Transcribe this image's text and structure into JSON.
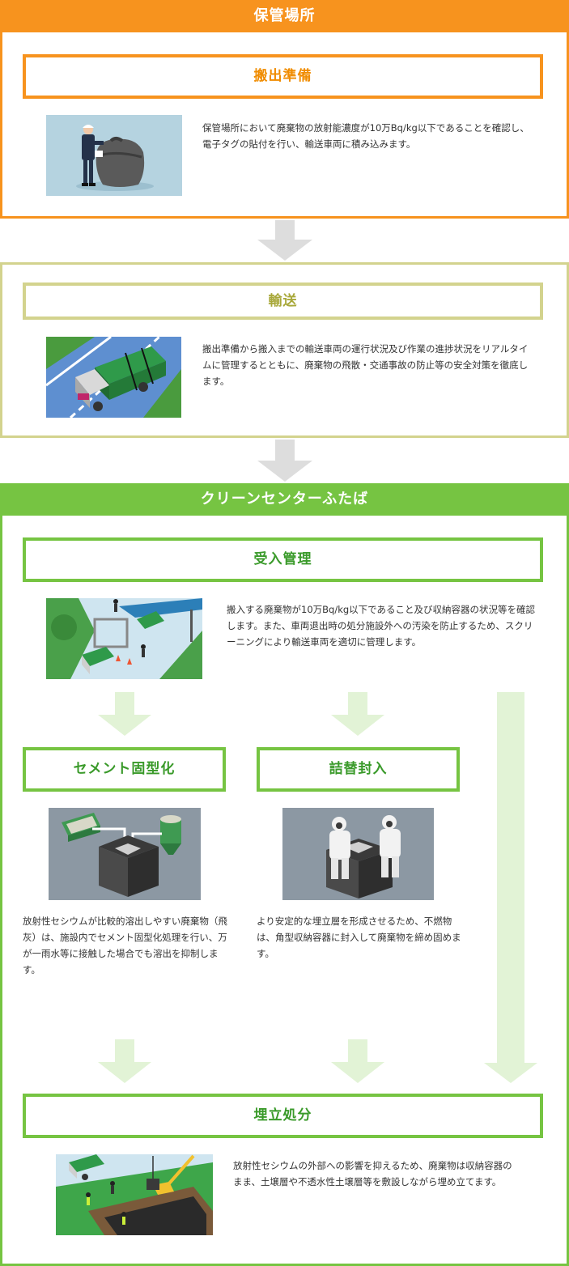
{
  "storage_site": {
    "header": "保管場所",
    "step": {
      "title": "搬出準備",
      "description": "保管場所において廃棄物の放射能濃度が10万Bq/kg以下であることを確認し、電子タグの貼付を行い、輸送車両に積み込みます。"
    }
  },
  "transport": {
    "title": "輸送",
    "description": "搬出準備から搬入までの輸送車両の運行状況及び作業の進捗状況をリアルタイムに管理するとともに、廃棄物の飛散・交通事故の防止等の安全対策を徹底します。"
  },
  "clean_center": {
    "header": "クリーンセンターふたば",
    "reception": {
      "title": "受入管理",
      "description": "搬入する廃棄物が10万Bq/kg以下であること及び収納容器の状況等を確認します。また、車両退出時の処分施設外への汚染を防止するため、スクリーニングにより輸送車両を適切に管理します。"
    },
    "cement": {
      "title": "セメント固型化",
      "description": "放射性セシウムが比較的溶出しやすい廃棄物（飛灰）は、施設内でセメント固型化処理を行い、万が一雨水等に接触した場合でも溶出を抑制します。"
    },
    "repack": {
      "title": "詰替封入",
      "description": "より安定的な埋立層を形成させるため、不燃物は、角型収納容器に封入して廃棄物を締め固めます。"
    },
    "landfill": {
      "title": "埋立処分",
      "description": "放射性セシウムの外部への影響を抑えるため、廃棄物は収納容器のまま、土壌層や不透水性土壌層等を敷設しながら埋め立てます。"
    }
  },
  "colors": {
    "orange": "#f7931e",
    "olive": "#d3d38e",
    "green": "#76c442",
    "arrow_gray": "#dddddd",
    "arrow_light_green": "#e2f3d6"
  },
  "icons": {
    "storage": "worker-with-bag-illustration",
    "transport": "truck-illustration",
    "reception": "gate-screening-illustration",
    "cement": "cement-mixing-illustration",
    "repack": "repacking-workers-illustration",
    "landfill": "landfill-crane-illustration"
  }
}
